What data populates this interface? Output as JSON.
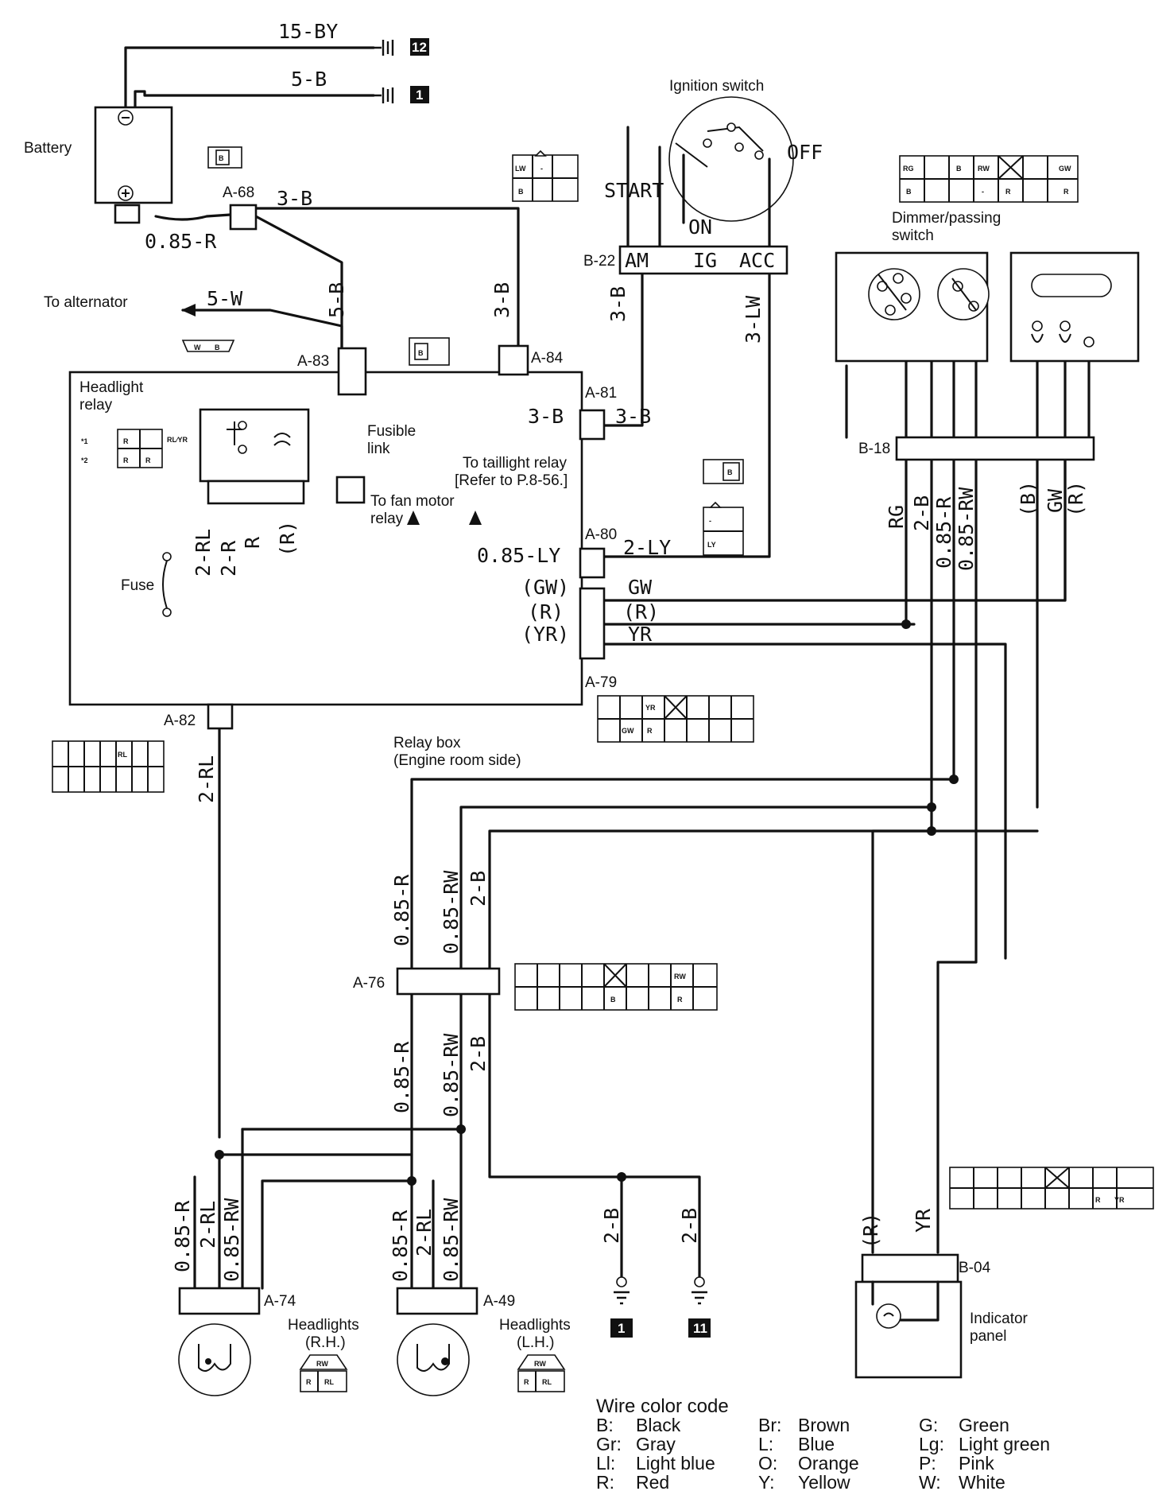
{
  "components": {
    "battery": "Battery",
    "ignition_switch": "Ignition switch",
    "dimmer_switch": "Dimmer/passing\nswitch",
    "headlight_relay": "Headlight\nrelay",
    "fusible_link": "Fusible\nlink",
    "fuse": "Fuse",
    "to_alternator": "To alternator",
    "to_taillight_relay": "To taillight relay\n[Refer to P.8-56.]",
    "to_fan_motor_relay": "To fan motor\nrelay",
    "relay_box": "Relay box\n(Engine room side)",
    "headlights_rh": "Headlights\n(R.H.)",
    "headlights_lh": "Headlights\n(L.H.)",
    "indicator_panel": "Indicator\npanel"
  },
  "ignition_positions": {
    "start": "START",
    "on": "ON",
    "off": "OFF",
    "am": "AM",
    "ig": "IG",
    "acc": "ACC"
  },
  "connectors": {
    "a68": "A-68",
    "a83": "A-83",
    "a84": "A-84",
    "a81": "A-81",
    "a80": "A-80",
    "a79": "A-79",
    "a82": "A-82",
    "a76": "A-76",
    "a74": "A-74",
    "a49": "A-49",
    "b22": "B-22",
    "b18": "B-18",
    "b04": "B-04"
  },
  "relay_pin_labels": {
    "star1": "*1",
    "star2": "*2",
    "rl_yr": "RL⁄YR"
  },
  "wires": {
    "w_15by": "15-BY",
    "w_5b": "5-B",
    "w_085r_bat": "0.85-R",
    "w_3b_top": "3-B",
    "w_5b_vert": "5-B",
    "w_3b_vert": "3-B",
    "w_5w": "5-W",
    "w_3b_ign": "3-B",
    "w_3lw": "3-LW",
    "w_3b_a81_in": "3-B",
    "w_3b_a81_out": "3-B",
    "w_2rl_relay": "2-RL",
    "w_2r_relay": "2-R",
    "w_r_relay": "R",
    "w_pr_relay": "(R)",
    "w_085ly": "0.85-LY",
    "w_2ly": "2-LY",
    "w_pgw": "(GW)",
    "w_gw": "GW",
    "w_pr_a79": "(R)",
    "w_pr_a79_out": "(R)",
    "w_pyr": "(YR)",
    "w_yr": "YR",
    "w_2rl_down": "2-RL",
    "w_rg": "RG",
    "w_2b_b18": "2-B",
    "w_085r_b18": "0.85-R",
    "w_085rw_b18": "0.85-RW",
    "w_pb_b18": "(B)",
    "w_gw_b18": "GW",
    "w_pr_b18": "(R)",
    "w_085r_up": "0.85-R",
    "w_085rw_up": "0.85-RW",
    "w_2b_up": "2-B",
    "w_085r_mid": "0.85-R",
    "w_085rw_mid": "0.85-RW",
    "w_2b_mid": "2-B",
    "w_085r_rh": "0.85-R",
    "w_2rl_rh": "2-RL",
    "w_085rw_rh": "0.85-RW",
    "w_085r_lh": "0.85-R",
    "w_2rl_lh": "2-RL",
    "w_085rw_lh": "0.85-RW",
    "w_2b_g1": "2-B",
    "w_2b_g11": "2-B",
    "w_pr_ind": "(R)",
    "w_yr_ind": "YR"
  },
  "grounds": {
    "g_top12": "12",
    "g_top1": "1",
    "g_bottom1": "1",
    "g_bottom11": "11"
  },
  "connector_pins": {
    "a68_pin": "B",
    "a83_w": "W",
    "a83_b": "B",
    "a84_b": "B",
    "b22_lw": "LW",
    "b22_dash": "-",
    "b22_b": "B",
    "dim_rg": "RG",
    "dim_b": "B",
    "dim_rw": "RW",
    "dim_gw": "GW",
    "dim_b2": "B",
    "dim_dash": "-",
    "dim_r": "R",
    "dim_r2": "R",
    "relay_r1": "R",
    "relay_r2": "R",
    "relay_r3": "R",
    "a81_b": "B",
    "a80_dash": "-",
    "a80_ly": "LY",
    "a79_yr": "YR",
    "a79_gw": "GW",
    "a79_r": "R",
    "a82_rl": "RL",
    "a76_rw": "RW",
    "a76_b": "B",
    "a76_r": "R",
    "b04_r": "R",
    "b04_yr": "YR",
    "rh_rw": "RW",
    "rh_r": "R",
    "rh_rl": "RL",
    "lh_rw": "RW",
    "lh_r": "R",
    "lh_rl": "RL"
  },
  "legend": {
    "title": "Wire color code",
    "col1": [
      {
        "code": "B:",
        "name": "Black"
      },
      {
        "code": "Gr:",
        "name": "Gray"
      },
      {
        "code": "Ll:",
        "name": "Light blue"
      },
      {
        "code": "R:",
        "name": "Red"
      }
    ],
    "col2": [
      {
        "code": "Br:",
        "name": "Brown"
      },
      {
        "code": "L:",
        "name": "Blue"
      },
      {
        "code": "O:",
        "name": "Orange"
      },
      {
        "code": "Y:",
        "name": "Yellow"
      }
    ],
    "col3": [
      {
        "code": "G:",
        "name": "Green"
      },
      {
        "code": "Lg:",
        "name": "Light green"
      },
      {
        "code": "P:",
        "name": "Pink"
      },
      {
        "code": "W:",
        "name": "White"
      }
    ]
  }
}
